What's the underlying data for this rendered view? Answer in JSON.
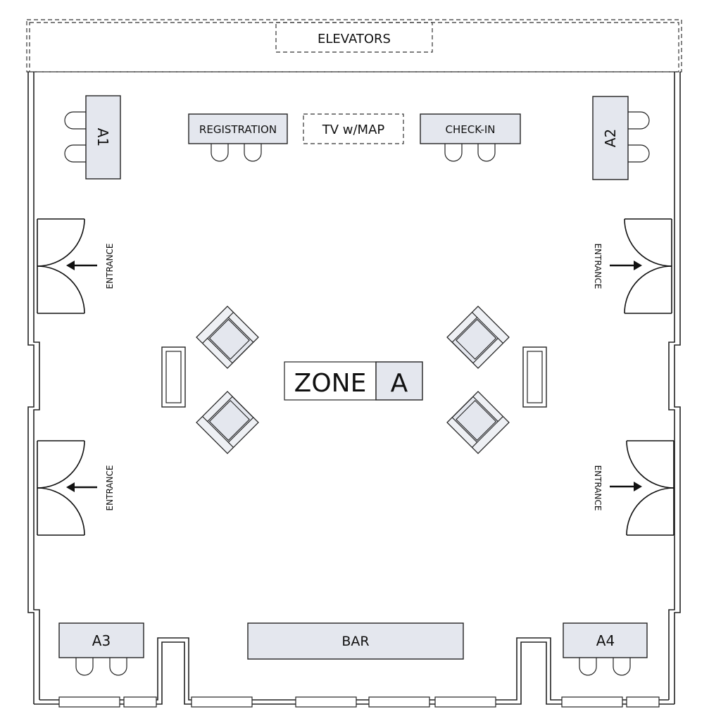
{
  "labels": {
    "elevators": "ELEVATORS",
    "registration": "REGISTRATION",
    "tv_map": "TV w/MAP",
    "check_in": "CHECK-IN",
    "a1": "A1",
    "a2": "A2",
    "a3": "A3",
    "a4": "A4",
    "bar": "BAR",
    "zone_word": "ZONE",
    "zone_letter": "A",
    "entrance": "ENTRANCE"
  },
  "colors": {
    "table_fill": "#e4e7ee",
    "line": "#222222",
    "background": "#ffffff"
  }
}
